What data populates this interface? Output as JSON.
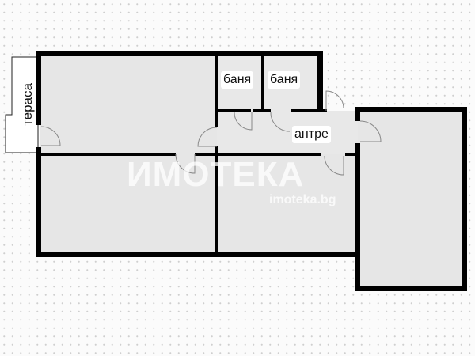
{
  "rooms": {
    "terrace": "тераса",
    "bath1": "баня",
    "bath2": "баня",
    "hall": "антре"
  },
  "watermark": {
    "logo": "ИМОТЕКА",
    "site": "imoteka.bg"
  },
  "colors": {
    "wall": "#000000",
    "floor": "#e6e6e6",
    "terrace": "#ffffff"
  }
}
